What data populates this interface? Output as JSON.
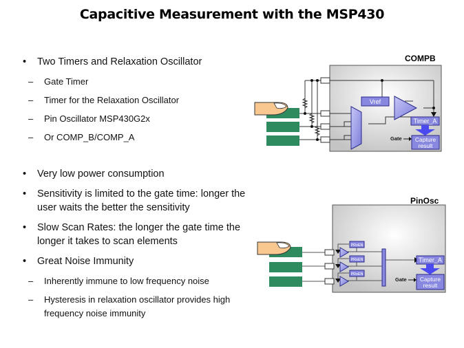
{
  "title": "Capacitive Measurement with the MSP430",
  "bullets_top": [
    {
      "level": 1,
      "marker": "•",
      "text": "Two Timers and Relaxation Oscillator"
    },
    {
      "level": 2,
      "marker": "–",
      "text": "Gate Timer"
    },
    {
      "level": 2,
      "marker": "–",
      "text": "Timer for the Relaxation Oscillator"
    },
    {
      "level": 2,
      "marker": "–",
      "text": "Pin Oscillator MSP430G2x"
    },
    {
      "level": 2,
      "marker": "–",
      "text": "Or COMP_B/COMP_A"
    }
  ],
  "bullets_bottom": [
    {
      "level": 1,
      "marker": "•",
      "text": "Very low power consumption"
    },
    {
      "level": 1,
      "marker": "•",
      "text": "Sensitivity is limited to the gate time: longer the user waits the better the sensitivity"
    },
    {
      "level": 1,
      "marker": "•",
      "text": "Slow Scan Rates: the longer the gate time the longer it takes to scan elements"
    },
    {
      "level": 1,
      "marker": "•",
      "text": "Great Noise Immunity"
    },
    {
      "level": 2,
      "marker": "–",
      "text": "Inherently immune to low frequency noise"
    },
    {
      "level": 2,
      "marker": "–",
      "text": "Hysteresis in relaxation oscillator provides high frequency noise immunity"
    }
  ],
  "diagram_compb": {
    "label": "COMPB",
    "vref": "Vref",
    "timer": "Timer_A",
    "gate": "Gate",
    "capture_line1": "Capture",
    "capture_line2": "result"
  },
  "diagram_pinosc": {
    "label": "PinOsc",
    "pxren": "PRxEN",
    "timer": "Timer_A",
    "gate": "Gate",
    "capture_line1": "Capture",
    "capture_line2": "result"
  },
  "colors": {
    "pad_green": "#2e8b5f",
    "block_fill": "#8888e0",
    "block_stroke": "#2a2a8a",
    "chip_bg": "#d9d9d9",
    "finger": "#f8c890",
    "arrow_blue": "#4a4af0"
  }
}
